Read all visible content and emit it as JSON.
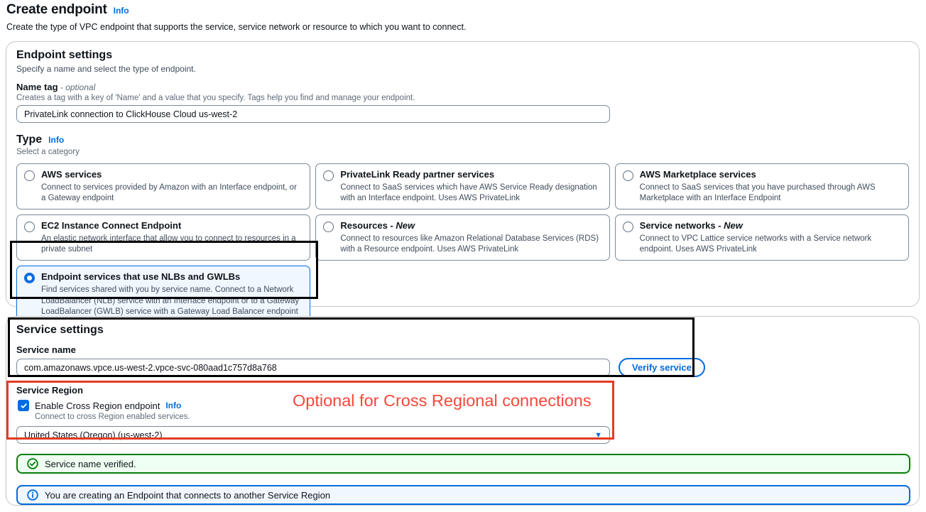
{
  "page": {
    "title": "Create endpoint",
    "title_info": "Info",
    "description": "Create the type of VPC endpoint that supports the service, service network or resource to which you want to connect."
  },
  "endpoint_settings": {
    "title": "Endpoint settings",
    "subtitle": "Specify a name and select the type of endpoint.",
    "name_tag": {
      "label": "Name tag",
      "label_suffix": " - optional",
      "help": "Creates a tag with a key of 'Name' and a value that you specify. Tags help you find and manage your endpoint.",
      "value": "PrivateLink connection to ClickHouse Cloud us-west-2"
    },
    "type": {
      "label": "Type",
      "info": "Info",
      "subtitle": "Select a category",
      "options": [
        {
          "label": "AWS services",
          "suffix": "",
          "description": "Connect to services provided by Amazon with an Interface endpoint, or a Gateway endpoint",
          "selected": false
        },
        {
          "label": "PrivateLink Ready partner services",
          "suffix": "",
          "description": "Connect to SaaS services which have AWS Service Ready designation with an Interface endpoint. Uses AWS PrivateLink",
          "selected": false
        },
        {
          "label": "AWS Marketplace services",
          "suffix": "",
          "description": "Connect to SaaS services that you have purchased through AWS Marketplace with an Interface Endpoint",
          "selected": false
        },
        {
          "label": "EC2 Instance Connect Endpoint",
          "suffix": "",
          "description": "An elastic network interface that allow you to connect to resources in a private subnet",
          "selected": false
        },
        {
          "label": "Resources",
          "suffix": " - New",
          "description": "Connect to resources like Amazon Relational Database Services (RDS) with a Resource endpoint. Uses AWS PrivateLink",
          "selected": false
        },
        {
          "label": "Service networks",
          "suffix": " - New",
          "description": "Connect to VPC Lattice service networks with a Service network endpoint. Uses AWS PrivateLink",
          "selected": false
        },
        {
          "label": "Endpoint services that use NLBs and GWLBs",
          "suffix": "",
          "description": "Find services shared with you by service name. Connect to a Network LoadBalancer (NLB) service with an Interface endpoint or to a Gateway LoadBalancer (GWLB) service with a Gateway Load Balancer endpoint",
          "selected": true
        }
      ]
    }
  },
  "service_settings": {
    "title": "Service settings",
    "service_name": {
      "label": "Service name",
      "value": "com.amazonaws.vpce.us-west-2.vpce-svc-080aad1c757d8a768"
    },
    "verify_button": "Verify service",
    "service_region": {
      "label": "Service Region",
      "checkbox_label": "Enable Cross Region endpoint",
      "checkbox_info": "Info",
      "checkbox_checked": true,
      "help": "Connect to cross Region enabled services.",
      "region_value": "United States (Oregon) (us-west-2)"
    },
    "alerts": {
      "success": "Service name verified.",
      "info": "You are creating an Endpoint that connects to another Service Region"
    }
  },
  "annotations": {
    "cross_region_note": "Optional for Cross Regional connections"
  },
  "colors": {
    "accent_blue": "#006ce0",
    "success_green": "#037f0c",
    "annotation_red": "#e33b24",
    "annotation_black": "#000000",
    "selected_tile_bg": "#f0f7ff"
  }
}
